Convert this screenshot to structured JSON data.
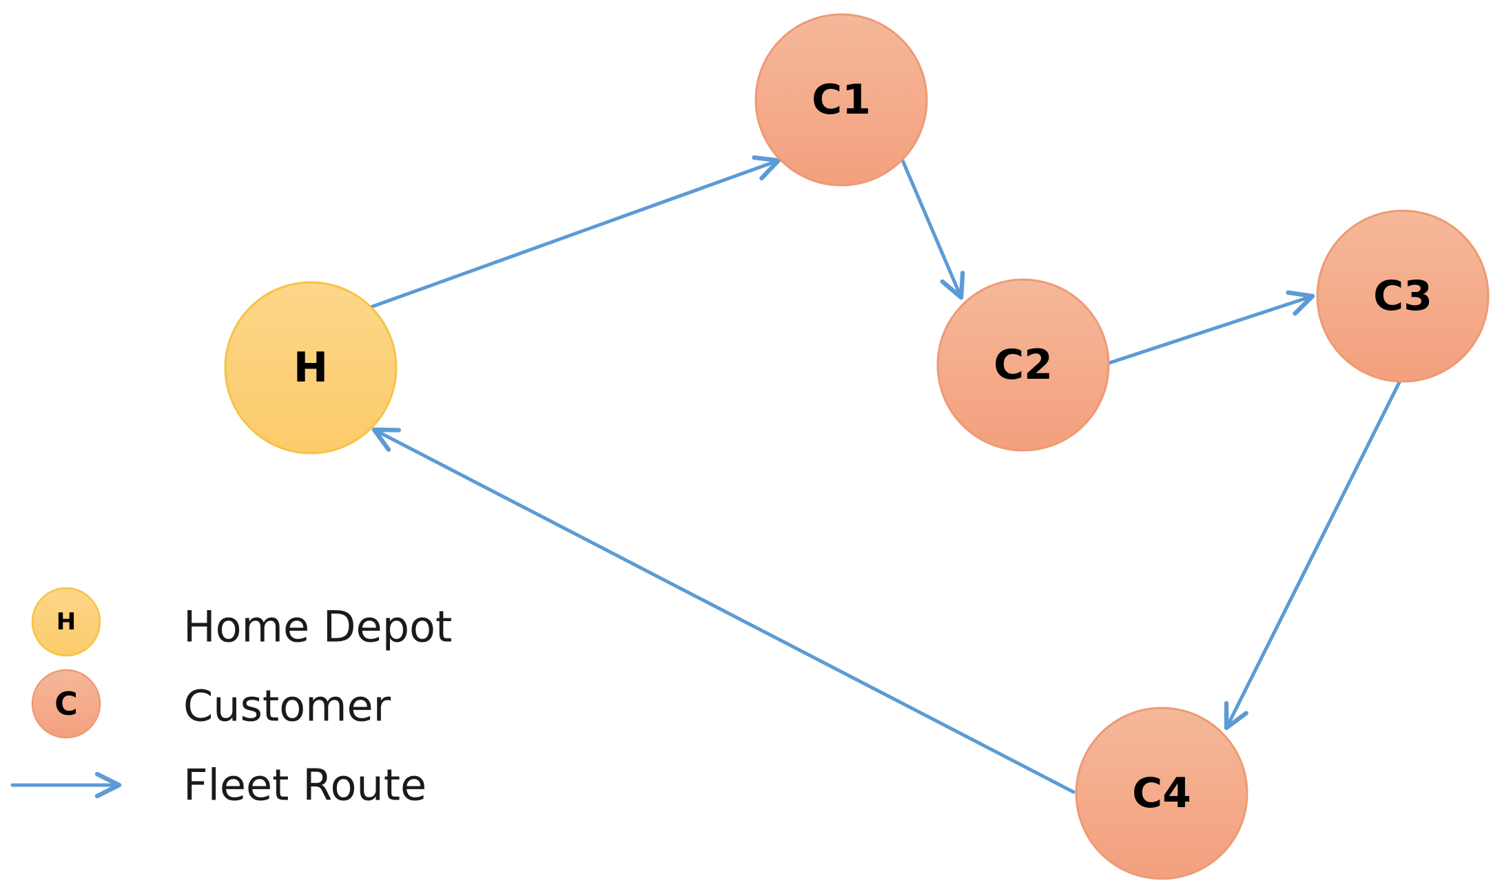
{
  "diagram": {
    "colors": {
      "route": "#5B9BD5",
      "depot_fill_top": "#FDD68A",
      "depot_fill_bottom": "#FCCB6A",
      "depot_stroke": "#F6C343",
      "customer_fill_top": "#F5B89A",
      "customer_fill_bottom": "#F3A07D",
      "customer_stroke": "#ED9A74"
    },
    "nodes": {
      "h": {
        "label": "H",
        "kind": "depot"
      },
      "c1": {
        "label": "C1",
        "kind": "customer"
      },
      "c2": {
        "label": "C2",
        "kind": "customer"
      },
      "c3": {
        "label": "C3",
        "kind": "customer"
      },
      "c4": {
        "label": "C4",
        "kind": "customer"
      }
    },
    "route_order": [
      "H",
      "C1",
      "C2",
      "C3",
      "C4",
      "H"
    ]
  },
  "legend": {
    "depot": {
      "symbol": "H",
      "label": "Home Depot"
    },
    "customer": {
      "symbol": "C",
      "label": "Customer"
    },
    "route": {
      "label": "Fleet Route"
    }
  }
}
